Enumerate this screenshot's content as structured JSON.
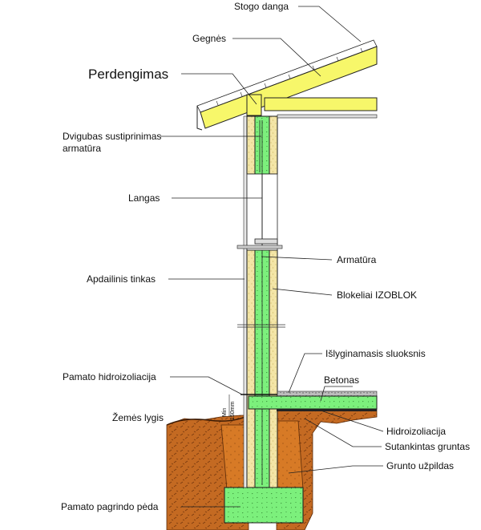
{
  "labels": {
    "stogo_danga": "Stogo danga",
    "gegnes": "Gegnės",
    "perdengimas": "Perdengimas",
    "dvigubas_line1": "Dvigubas sustiprinimas",
    "dvigubas_line2": "armatūra",
    "langas": "Langas",
    "armatura": "Armatūra",
    "apdailinis_tinkas": "Apdailinis tinkas",
    "blokeliai": "Blokeliai IZOBLOK",
    "islyginamasis": "Išlyginamasis sluoksnis",
    "betonas": "Betonas",
    "pamato_hidroizoliacija": "Pamato hidroizoliacija",
    "zemes_lygis": "Žemės lygis",
    "hidroizoliacija": "Hidroizoliacija",
    "sutankintas_gruntas": "Sutankintas gruntas",
    "grunto_uzpildas": "Grunto užpildas",
    "pamato_pagrindo_peda": "Pamato pagrindo pėda",
    "min_label": "Min",
    "min_value": "150mm"
  },
  "colors": {
    "concrete_green": "#7cf07c",
    "insulation_yellow": "#f3e5a6",
    "rafter_yellow": "#f7f76a",
    "soil_brown": "#c8641a",
    "soil_dark": "#9a4a12",
    "plaster_line": "#333333"
  }
}
